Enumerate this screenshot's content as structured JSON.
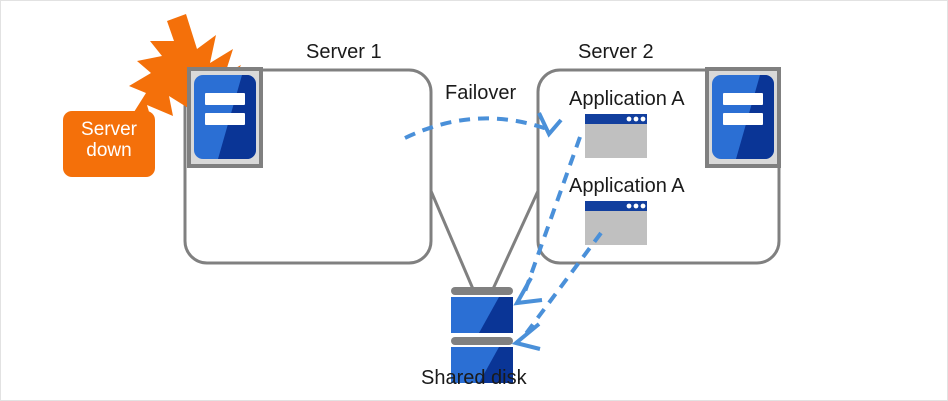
{
  "diagram": {
    "title_server1": "Server 1",
    "title_server2": "Server 2",
    "title_shared_disk": "Shared disk",
    "failover_label": "Failover",
    "server_down_line1": "Server",
    "server_down_line2": "down",
    "applications": [
      {
        "label": "Application A"
      },
      {
        "label": "Application A"
      }
    ],
    "icons": {
      "server_rack": "server-rack-icon",
      "app_window": "app-window-icon",
      "disk_stack": "shared-disk-icon",
      "lightning": "lightning-bolt-icon"
    },
    "colors": {
      "box_border": "#808080",
      "accent_orange": "#f4700a",
      "arrow_blue": "#4a90d9",
      "server_blue_light": "#2b6fd4",
      "server_blue_dark": "#0a3596",
      "icon_frame_gray": "#d4d4d4",
      "icon_frame_border": "#808080",
      "app_body_gray": "#c0c0c0",
      "app_title_blue": "#123f9e",
      "disk_bar_gray": "#808080",
      "text": "#1a1a1a",
      "background": "#ffffff"
    }
  }
}
